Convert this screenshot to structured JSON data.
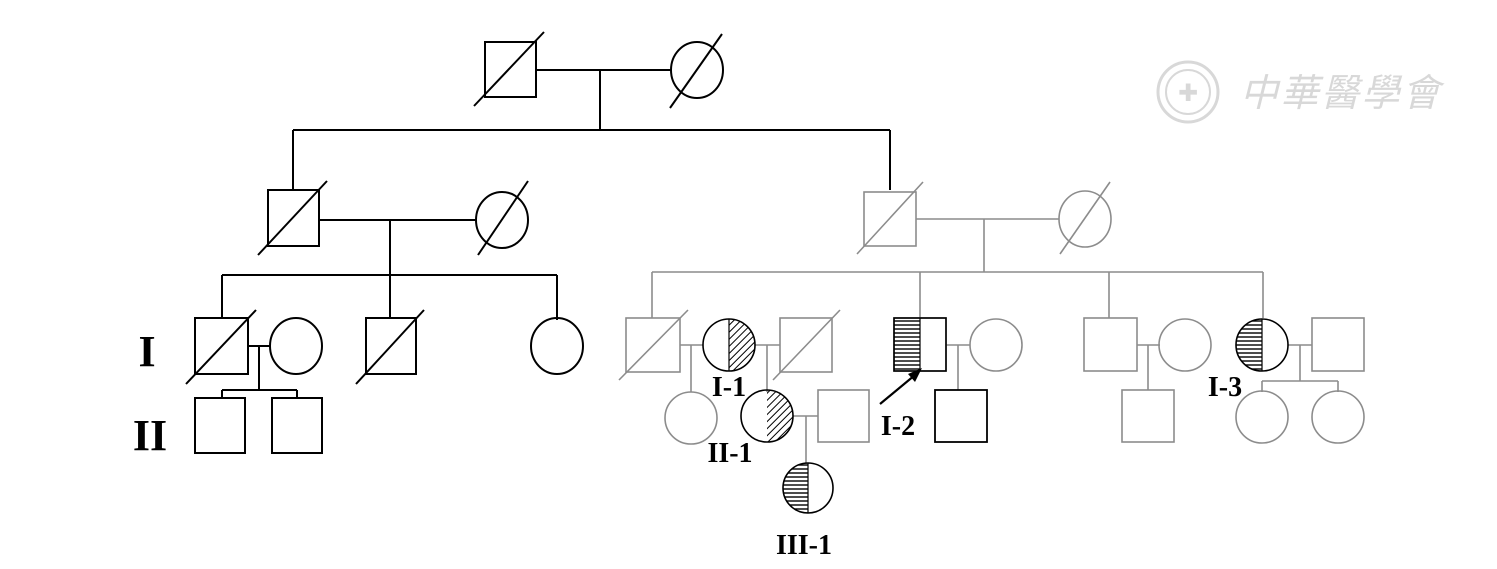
{
  "generation_labels": {
    "gen1": "I",
    "gen2": "II"
  },
  "individual_labels": {
    "i1": "I-1",
    "i2": "I-2",
    "i3": "I-3",
    "ii1": "II-1",
    "iii1": "III-1"
  },
  "watermark": {
    "text": "中華醫學會"
  },
  "colors": {
    "black": "#000000",
    "grey": "#8c8c8c",
    "watermark": "#d4d4d4"
  }
}
